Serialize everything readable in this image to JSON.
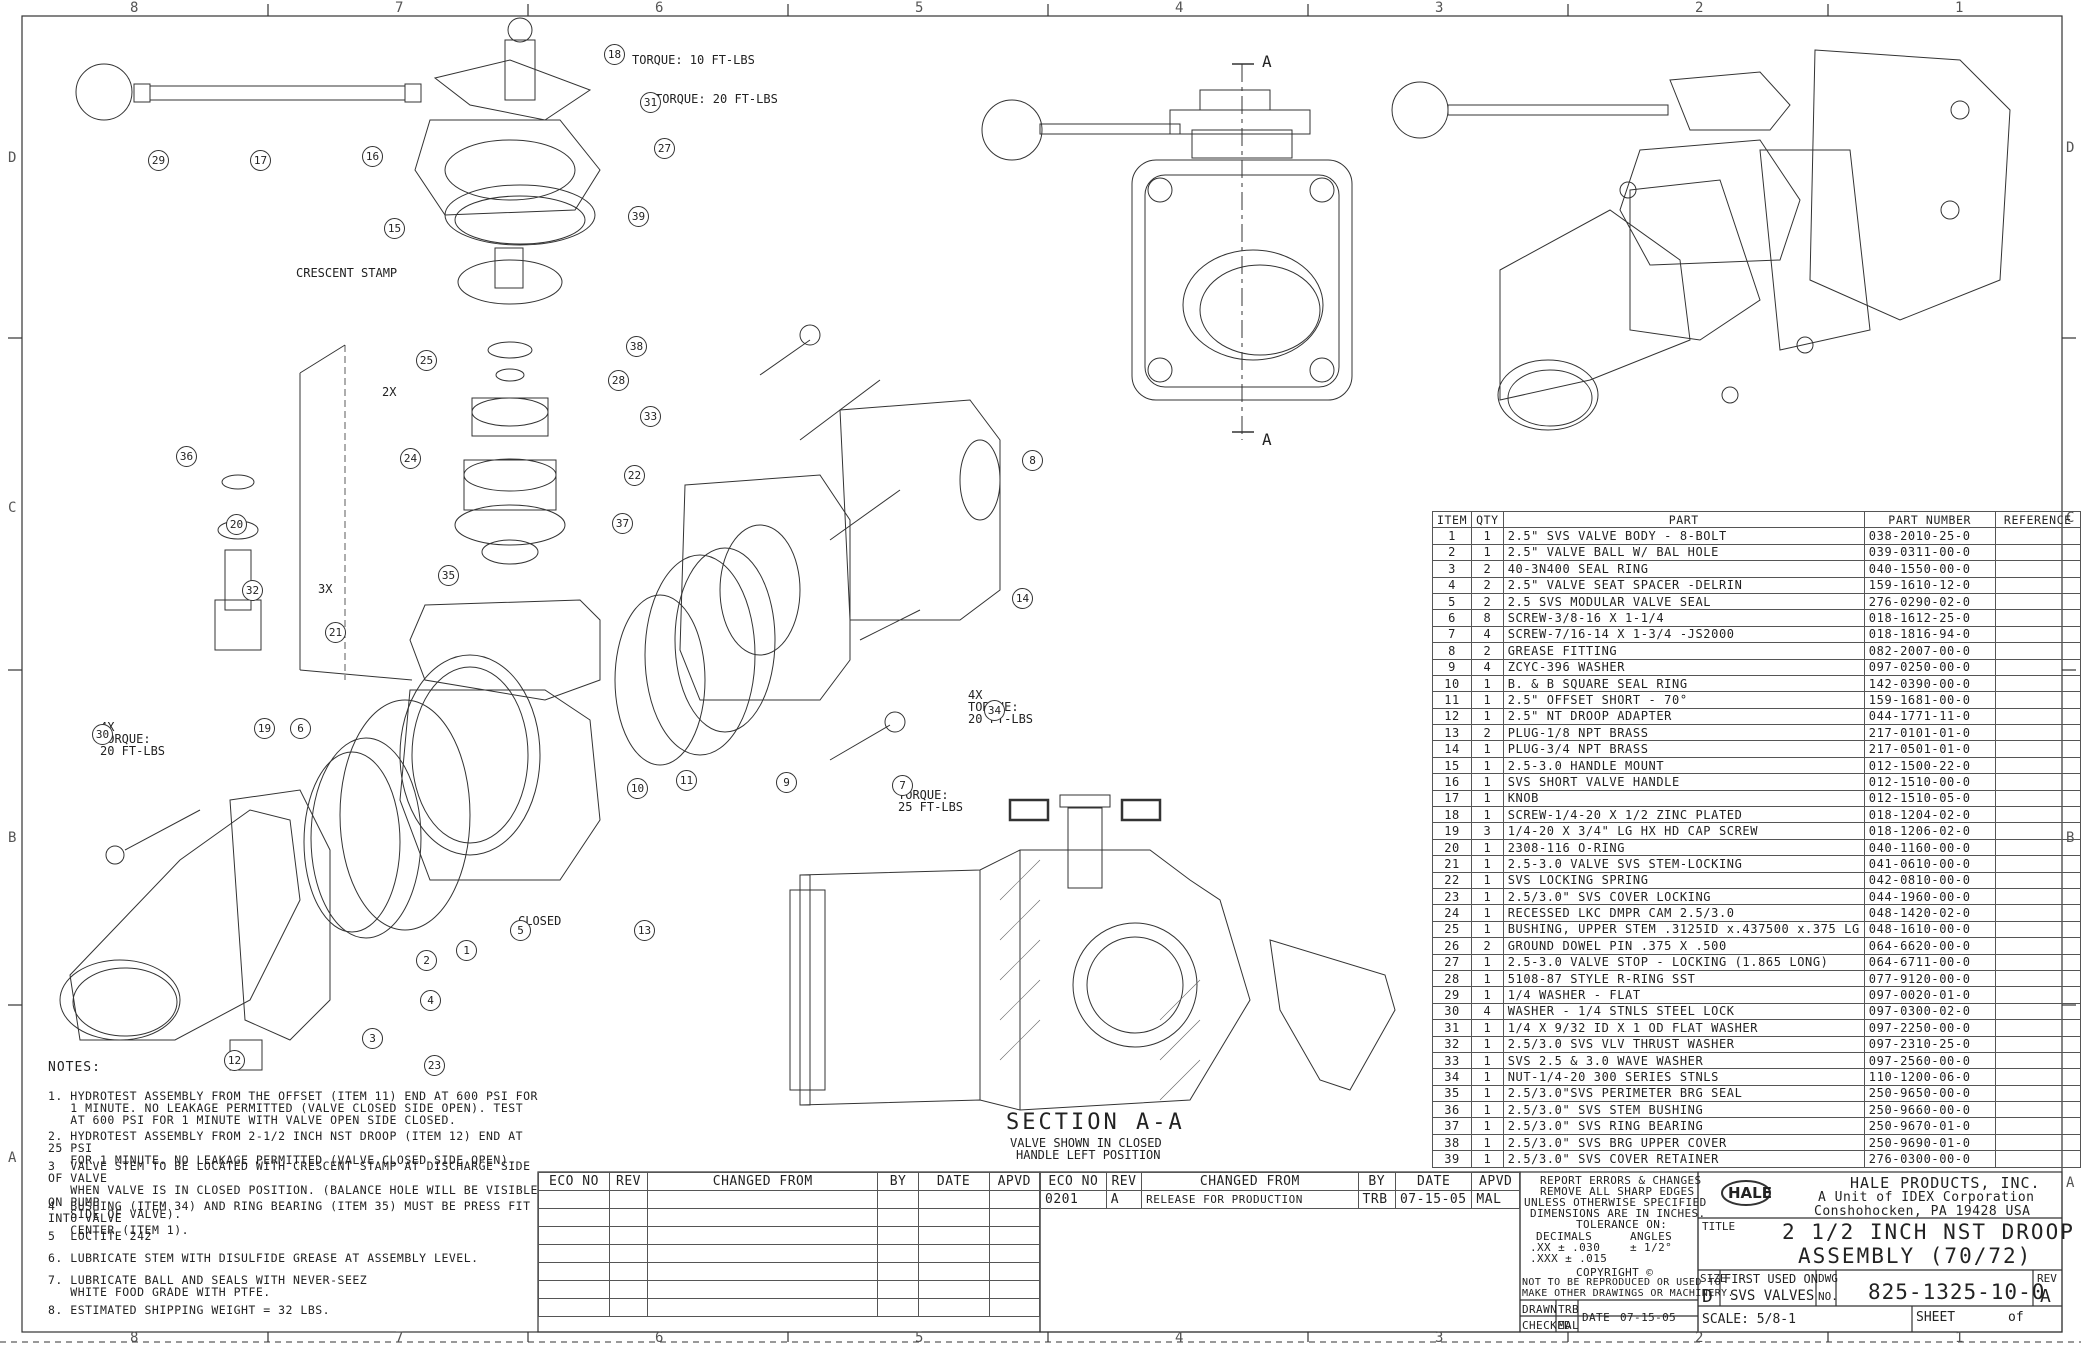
{
  "zones": {
    "columns_top": [
      "8",
      "7",
      "6",
      "5",
      "4",
      "3",
      "2",
      "1"
    ],
    "columns_bottom": [
      "8",
      "7",
      "6",
      "5",
      "4",
      "3",
      "2",
      "1"
    ],
    "rows_left": [
      "D",
      "C",
      "B",
      "A"
    ],
    "rows_right": [
      "D",
      "C",
      "B",
      "A"
    ]
  },
  "annotations": {
    "torque_10": "TORQUE: 10 FT-LBS",
    "torque_20": "TORQUE: 20 FT-LBS",
    "crescent": "CRESCENT STAMP",
    "left_4x_a": "4X",
    "left_torque": "TORQUE:",
    "left_20": "20 FT-LBS",
    "right_4x": "4X",
    "right_torque": "TORQUE:",
    "right_20": "20 FT-LBS",
    "torque_25_a": "TORQUE:",
    "torque_25_b": "25 FT-LBS",
    "x3": "3X",
    "x2_26": "2X",
    "closed": "CLOSED",
    "section_label": "A",
    "section_title": "SECTION A-A",
    "section_sub1": "VALVE SHOWN IN CLOSED",
    "section_sub2": "HANDLE LEFT POSITION"
  },
  "callouts": [
    "18",
    "31",
    "27",
    "29",
    "17",
    "16",
    "15",
    "39",
    "38",
    "25",
    "28",
    "33",
    "24",
    "22",
    "37",
    "35",
    "36",
    "20",
    "32",
    "21",
    "30",
    "19",
    "6",
    "13",
    "5",
    "1",
    "2",
    "3",
    "4",
    "12",
    "8",
    "14",
    "10",
    "11",
    "34",
    "7",
    "9",
    "23"
  ],
  "notes": {
    "title": "NOTES:",
    "items": [
      "1. HYDROTEST ASSEMBLY FROM THE OFFSET (ITEM 11) END AT 600 PSI FOR\n   1 MINUTE. NO LEAKAGE PERMITTED (VALVE CLOSED SIDE OPEN). TEST\n   AT 600 PSI FOR 1 MINUTE WITH VALVE OPEN SIDE CLOSED.",
      "2. HYDROTEST ASSEMBLY FROM 2-1/2 INCH NST DROOP (ITEM 12) END AT 25 PSI\n   FOR 1 MINUTE. NO LEAKAGE PERMITTED (VALVE CLOSED SIDE OPEN).",
      "3  VALVE STEM TO BE LOCATED WITH CRESCENT STAMP AT DISCHARGE SIDE OF VALVE\n   WHEN VALVE IS IN CLOSED POSITION. (BALANCE HOLE WILL BE VISIBLE ON PUMP\n   SIDE OF VALVE).",
      "4  BUSHING (ITEM 34) AND RING BEARING (ITEM 35) MUST BE PRESS FIT INTO VALVE\n   CENTER (ITEM 1).",
      "5  LOCTITE 242",
      "6. LUBRICATE STEM WITH DISULFIDE GREASE AT ASSEMBLY LEVEL.",
      "7. LUBRICATE BALL AND SEALS WITH NEVER-SEEZ\n   WHITE FOOD GRADE WITH PTFE.",
      "8. ESTIMATED SHIPPING WEIGHT = 32 LBS."
    ]
  },
  "bom": {
    "headers": [
      "ITEM",
      "QTY",
      "PART",
      "PART NUMBER",
      "REFERENCE"
    ],
    "rows": [
      [
        "1",
        "1",
        "2.5\" SVS VALVE BODY - 8-BOLT",
        "038-2010-25-0",
        ""
      ],
      [
        "2",
        "1",
        "2.5\" VALVE BALL W/ BAL HOLE",
        "039-0311-00-0",
        ""
      ],
      [
        "3",
        "2",
        "40-3N400 SEAL RING",
        "040-1550-00-0",
        ""
      ],
      [
        "4",
        "2",
        "2.5\" VALVE SEAT SPACER -DELRIN",
        "159-1610-12-0",
        ""
      ],
      [
        "5",
        "2",
        "2.5 SVS MODULAR VALVE SEAL",
        "276-0290-02-0",
        ""
      ],
      [
        "6",
        "8",
        "SCREW-3/8-16 X 1-1/4",
        "018-1612-25-0",
        ""
      ],
      [
        "7",
        "4",
        "SCREW-7/16-14 X 1-3/4 -JS2000",
        "018-1816-94-0",
        ""
      ],
      [
        "8",
        "2",
        "GREASE FITTING",
        "082-2007-00-0",
        ""
      ],
      [
        "9",
        "4",
        "ZCYC-396 WASHER",
        "097-0250-00-0",
        ""
      ],
      [
        "10",
        "1",
        "B. & B SQUARE SEAL RING",
        "142-0390-00-0",
        ""
      ],
      [
        "11",
        "1",
        "2.5\" OFFSET SHORT - 70°",
        "159-1681-00-0",
        ""
      ],
      [
        "12",
        "1",
        "2.5\" NT DROOP ADAPTER",
        "044-1771-11-0",
        ""
      ],
      [
        "13",
        "2",
        "PLUG-1/8 NPT BRASS",
        "217-0101-01-0",
        ""
      ],
      [
        "14",
        "1",
        "PLUG-3/4 NPT BRASS",
        "217-0501-01-0",
        ""
      ],
      [
        "15",
        "1",
        "2.5-3.0 HANDLE MOUNT",
        "012-1500-22-0",
        ""
      ],
      [
        "16",
        "1",
        "SVS SHORT VALVE HANDLE",
        "012-1510-00-0",
        ""
      ],
      [
        "17",
        "1",
        "KNOB",
        "012-1510-05-0",
        ""
      ],
      [
        "18",
        "1",
        "SCREW-1/4-20 X 1/2 ZINC PLATED",
        "018-1204-02-0",
        ""
      ],
      [
        "19",
        "3",
        "1/4-20 X 3/4\" LG HX HD CAP SCREW",
        "018-1206-02-0",
        ""
      ],
      [
        "20",
        "1",
        "2308-116 O-RING",
        "040-1160-00-0",
        ""
      ],
      [
        "21",
        "1",
        "2.5-3.0 VALVE SVS STEM-LOCKING",
        "041-0610-00-0",
        ""
      ],
      [
        "22",
        "1",
        "SVS LOCKING SPRING",
        "042-0810-00-0",
        ""
      ],
      [
        "23",
        "1",
        "2.5/3.0\" SVS COVER LOCKING",
        "044-1960-00-0",
        ""
      ],
      [
        "24",
        "1",
        "RECESSED LKC DMPR CAM 2.5/3.0",
        "048-1420-02-0",
        ""
      ],
      [
        "25",
        "1",
        "BUSHING, UPPER STEM .3125ID x.437500 x.375 LG",
        "048-1610-00-0",
        ""
      ],
      [
        "26",
        "2",
        "GROUND DOWEL PIN .375 X .500",
        "064-6620-00-0",
        ""
      ],
      [
        "27",
        "1",
        "2.5-3.0 VALVE STOP - LOCKING (1.865 LONG)",
        "064-6711-00-0",
        ""
      ],
      [
        "28",
        "1",
        "5108-87 STYLE R-RING SST",
        "077-9120-00-0",
        ""
      ],
      [
        "29",
        "1",
        "1/4 WASHER - FLAT",
        "097-0020-01-0",
        ""
      ],
      [
        "30",
        "4",
        "WASHER - 1/4 STNLS STEEL LOCK",
        "097-0300-02-0",
        ""
      ],
      [
        "31",
        "1",
        "1/4 X 9/32 ID X 1 OD FLAT WASHER",
        "097-2250-00-0",
        ""
      ],
      [
        "32",
        "1",
        "2.5/3.0 SVS VLV THRUST WASHER",
        "097-2310-25-0",
        ""
      ],
      [
        "33",
        "1",
        "SVS 2.5 & 3.0 WAVE WASHER",
        "097-2560-00-0",
        ""
      ],
      [
        "34",
        "1",
        "NUT-1/4-20 300 SERIES STNLS",
        "110-1200-06-0",
        ""
      ],
      [
        "35",
        "1",
        "2.5/3.0\"SVS PERIMETER BRG SEAL",
        "250-9650-00-0",
        ""
      ],
      [
        "36",
        "1",
        "2.5/3.0\" SVS STEM BUSHING",
        "250-9660-00-0",
        ""
      ],
      [
        "37",
        "1",
        "2.5/3.0\" SVS RING BEARING",
        "250-9670-01-0",
        ""
      ],
      [
        "38",
        "1",
        "2.5/3.0\" SVS BRG UPPER COVER",
        "250-9690-01-0",
        ""
      ],
      [
        "39",
        "1",
        "2.5/3.0\" SVS COVER RETAINER",
        "276-0300-00-0",
        ""
      ]
    ]
  },
  "rev_left": {
    "headers": [
      "ECO NO",
      "REV",
      "CHANGED FROM",
      "BY",
      "DATE",
      "APVD"
    ]
  },
  "rev_right": {
    "headers": [
      "ECO NO",
      "REV",
      "CHANGED FROM",
      "BY",
      "DATE",
      "APVD"
    ],
    "row": [
      "0201",
      "A",
      "RELEASE FOR PRODUCTION",
      "TRB",
      "07-15-05",
      "MAL"
    ]
  },
  "titleblock": {
    "report1": "REPORT ERRORS & CHANGES",
    "report2": "REMOVE ALL SHARP EDGES",
    "unless1": "UNLESS OTHERWISE SPECIFIED",
    "unless2": "DIMENSIONS ARE IN INCHES.",
    "tol": "TOLERANCE ON:",
    "dec": "DECIMALS",
    "ang": "ANGLES",
    "xx": ".XX ± .030",
    "xxx": ".XXX ± .015",
    "angv": "± 1/2°",
    "copyright": "COPYRIGHT ©",
    "copy2": "NOT TO BE REPRODUCED OR USED TO",
    "copy3": "MAKE OTHER DRAWINGS OR MACHINERY.",
    "drawn": "DRAWN",
    "drawn_by": "TRB",
    "checked": "CHECKED",
    "checked_by": "MAL",
    "date_label": "DATE",
    "date": "07-15-05",
    "logo": "HALE",
    "company": "HALE PRODUCTS, INC.",
    "unit": "A Unit of IDEX Corporation",
    "city": "Conshohocken, PA 19428 USA",
    "title_label": "TITLE",
    "title1": "2 1/2 INCH NST DROOP",
    "title2": "ASSEMBLY (70/72)",
    "size_label": "SIZE",
    "size": "D",
    "first_used": "FIRST USED ON",
    "first_used_val": "SVS VALVES",
    "dwg_label": "DWG",
    "no_label": "NO.",
    "dwg_no": "825-1325-10-0",
    "rev_label": "REV",
    "rev": "A",
    "scale": "SCALE: 5/8-1",
    "sheet": "SHEET",
    "of": "of"
  }
}
